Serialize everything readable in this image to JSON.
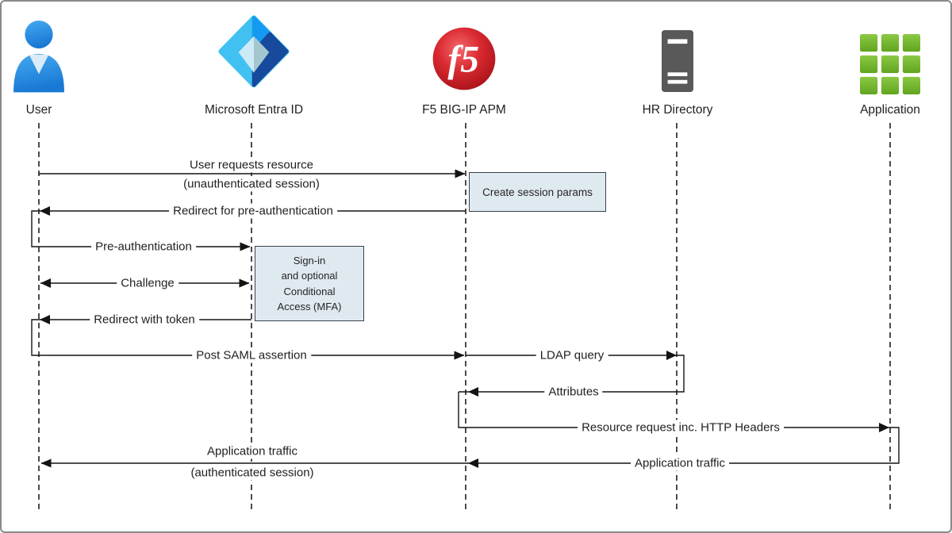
{
  "actors": [
    {
      "label": "User",
      "icon": "user-icon"
    },
    {
      "label": "Microsoft Entra ID",
      "icon": "entra-id-icon"
    },
    {
      "label": "F5 BIG-IP APM",
      "icon": "f5-ball-icon",
      "logo_text": "f5"
    },
    {
      "label": "HR Directory",
      "icon": "server-icon"
    },
    {
      "label": "Application",
      "icon": "app-grid-icon"
    }
  ],
  "messages": {
    "request_line1": "User requests resource",
    "request_line2": "(unauthenticated session)",
    "redirect_preauth": "Redirect for pre-authentication",
    "preauth": "Pre-authentication",
    "challenge": "Challenge",
    "redirect_token": "Redirect with token",
    "post_saml": "Post SAML assertion",
    "ldap_query": "LDAP query",
    "attributes": "Attributes",
    "resource_request": "Resource request inc. HTTP Headers",
    "app_traffic_line1": "Application traffic",
    "app_traffic_line2": "(authenticated session)",
    "app_traffic_right": "Application traffic"
  },
  "notes": {
    "create_session": "Create session params",
    "signin_lines": [
      "Sign-in",
      "and optional",
      "Conditional",
      "Access (MFA)"
    ]
  },
  "colors": {
    "user_blue": "#2e94e3",
    "entra_cyan": "#41c1f2",
    "entra_blue": "#149bf1",
    "entra_navy": "#17499c",
    "entra_inner_light": "#cdeaf8",
    "entra_inner_teal": "#a4c7ce",
    "f5_red": "#c9161d",
    "server_gray": "#595959",
    "app_green": "#76b82a",
    "note_fill": "#dfe9f0",
    "note_border": "#39424d",
    "line_color": "#141414"
  }
}
